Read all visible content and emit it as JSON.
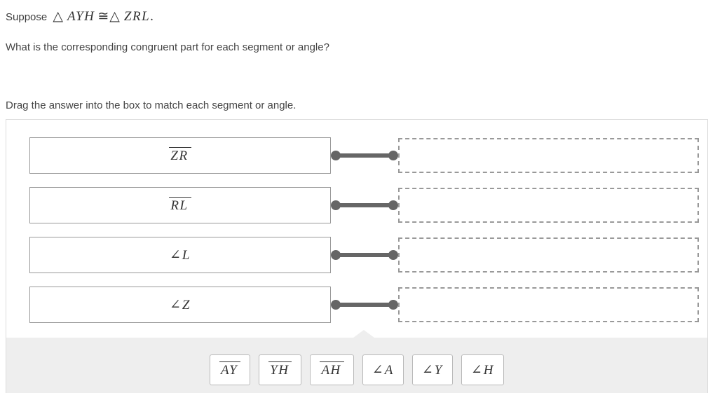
{
  "header": {
    "prompt_prefix": "Suppose",
    "triangle_1": "AYH",
    "triangle_2": "ZRL",
    "prompt_suffix": ".",
    "question": "What is the corresponding congruent part for each segment or angle?",
    "instruction": "Drag the answer into the box to match each segment or angle."
  },
  "symbols": {
    "triangle": "△",
    "congruent": "≅",
    "angle": "∠",
    "segment_mark": "overline"
  },
  "matching": {
    "rows": [
      {
        "type": "segment",
        "label": "ZR",
        "drop_value": ""
      },
      {
        "type": "segment",
        "label": "RL",
        "drop_value": ""
      },
      {
        "type": "angle",
        "label": "L",
        "drop_value": ""
      },
      {
        "type": "angle",
        "label": "Z",
        "drop_value": ""
      }
    ]
  },
  "tray": {
    "chips": [
      {
        "type": "segment",
        "label": "AY"
      },
      {
        "type": "segment",
        "label": "YH"
      },
      {
        "type": "segment",
        "label": "AH"
      },
      {
        "type": "angle",
        "label": "A"
      },
      {
        "type": "angle",
        "label": "Y"
      },
      {
        "type": "angle",
        "label": "H"
      }
    ]
  },
  "colors": {
    "text": "#444444",
    "math_text": "#333333",
    "panel_border": "#dddddd",
    "source_box_border": "#999999",
    "drop_box_border": "#999999",
    "connector": "#666666",
    "tray_background": "#eeeeee",
    "chip_border": "#b9b9b9",
    "chip_background": "#ffffff"
  }
}
